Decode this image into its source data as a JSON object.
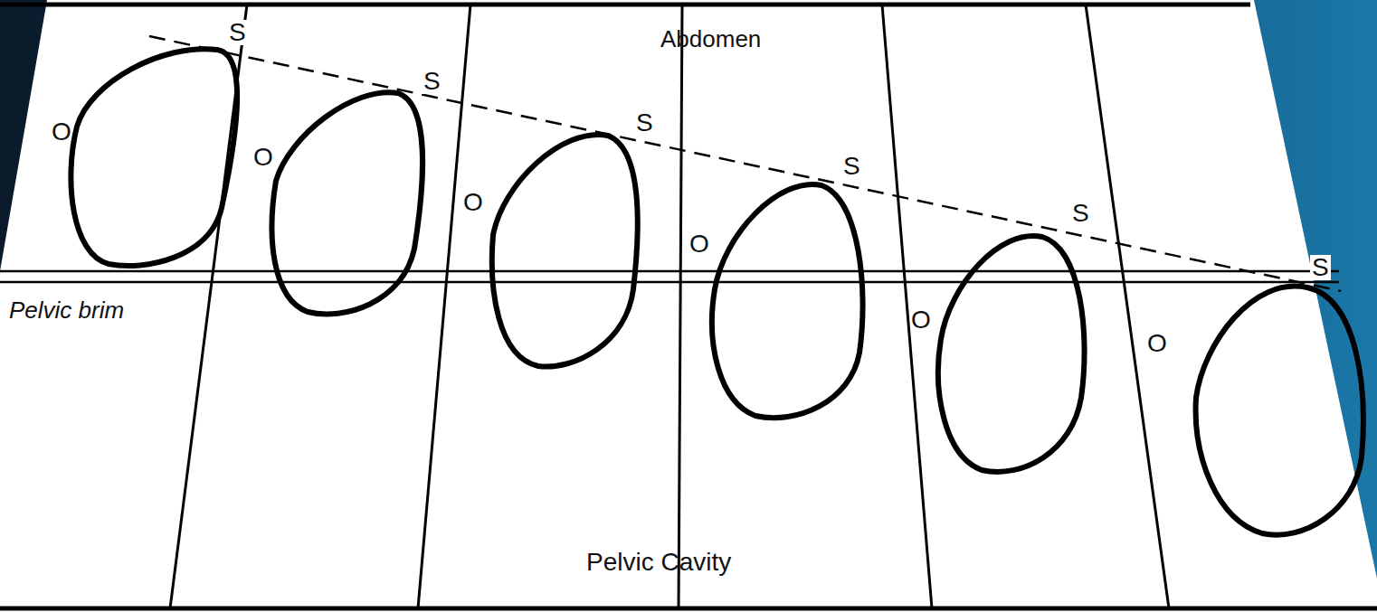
{
  "diagram": {
    "labels": [
      "Abdomen",
      "S",
      "S",
      "S",
      "S",
      "S",
      "S",
      "O",
      "O",
      "O",
      "O",
      "O",
      "O",
      "Pelvic brim",
      "Pelvic Cavity"
    ]
  }
}
